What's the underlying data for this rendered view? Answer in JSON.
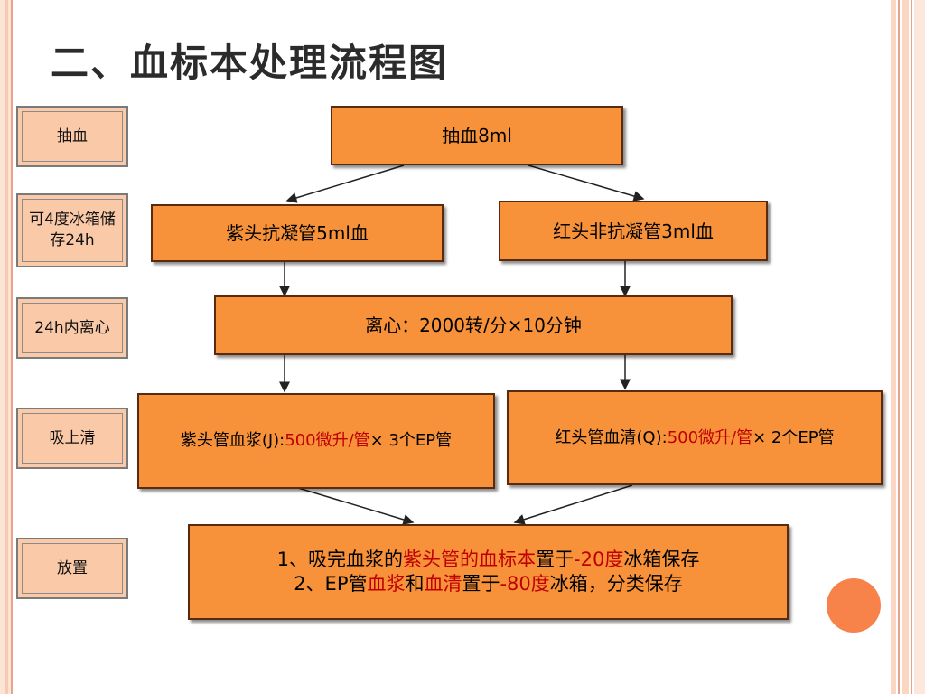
{
  "title": "二、血标本处理流程图",
  "steps": [
    "抽血",
    "可4度冰箱储存24h",
    "24h内离心",
    "吸上清",
    "放置"
  ],
  "nodes": {
    "draw_blood": "抽血8ml",
    "purple_tube": "紫头抗凝管5ml血",
    "red_tube": "红头非抗凝管3ml血",
    "centrifuge": "离心：2000转/分×10分钟",
    "plasma": {
      "pre": "紫头管血浆(J):",
      "red": "500微升/管",
      "post": "× 3个EP管"
    },
    "serum": {
      "pre": "红头管血清(Q):",
      "red": "500微升/管",
      "post": "× 2个EP管"
    },
    "storage": {
      "l1_a": "1、吸完血浆的",
      "l1_b": "紫头管的血标本",
      "l1_c": "置于",
      "l1_d": "-20度",
      "l1_e": "冰箱保存",
      "l2_a": "2、EP管",
      "l2_b": "血浆",
      "l2_c": "和",
      "l2_d": "血清",
      "l2_e": "置于",
      "l2_f": "-80度",
      "l2_g": "冰箱，分类保存"
    }
  },
  "colors": {
    "box_fill": "#f7923a",
    "label_fill": "#f9c9a8",
    "highlight": "#c00000"
  }
}
